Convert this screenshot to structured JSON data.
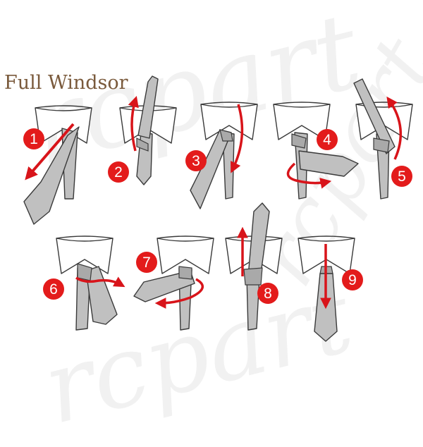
{
  "title": "Full Windsor",
  "watermark": "rcpart",
  "colors": {
    "tie": "#c0c0c0",
    "tie_dark": "#a9a9a9",
    "outline": "#3a3a3a",
    "arrow": "#d8141a",
    "badge": "#e31b1b",
    "title": "#7a5a3c"
  },
  "steps": [
    {
      "number": "1"
    },
    {
      "number": "2"
    },
    {
      "number": "3"
    },
    {
      "number": "4"
    },
    {
      "number": "5"
    },
    {
      "number": "6"
    },
    {
      "number": "7"
    },
    {
      "number": "8"
    },
    {
      "number": "9"
    }
  ]
}
